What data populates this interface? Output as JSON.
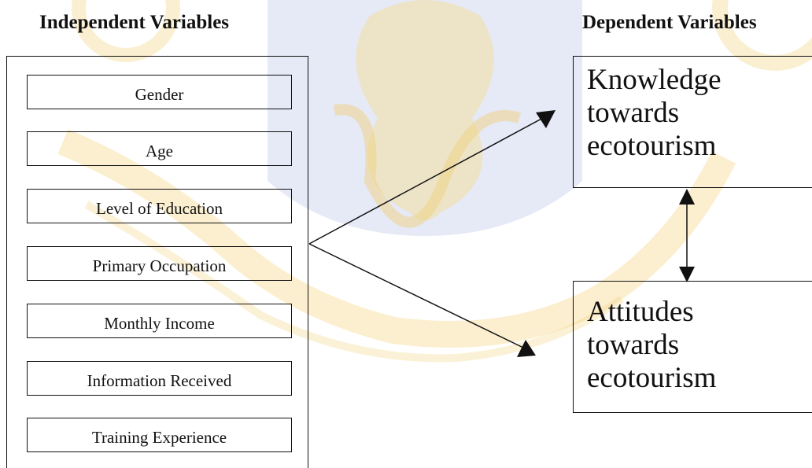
{
  "headings": {
    "independent": "Independent Variables",
    "dependent": "Dependent Variables"
  },
  "independent_variables": [
    "Gender",
    "Age",
    "Level of Education",
    "Primary Occupation",
    "Monthly Income",
    "Information Received",
    "Training Experience"
  ],
  "dependent_variables": {
    "knowledge": [
      "Knowledge",
      "towards",
      "ecotourism"
    ],
    "attitudes": [
      "Attitudes",
      "towards",
      "ecotourism"
    ]
  },
  "colors": {
    "line": "#111111",
    "watermark_gold": "#f2d98a",
    "watermark_blue": "#d8dcf0"
  }
}
